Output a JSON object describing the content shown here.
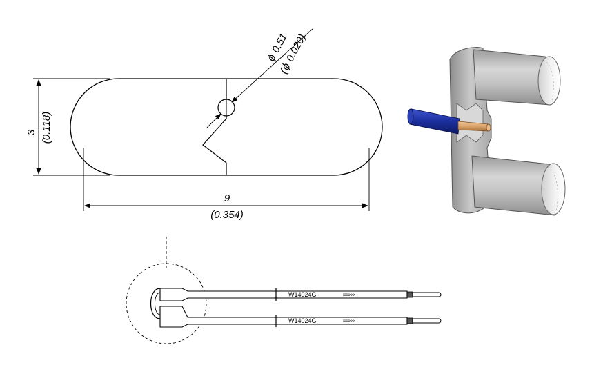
{
  "dimensions": {
    "height_mm": "3",
    "height_in": "(0.118)",
    "width_mm": "9",
    "width_in": "(0.354)",
    "hole_mm": "0.51",
    "hole_in": "0.020)",
    "hole_in_open": "(",
    "diameter_symbol": "ϕ"
  },
  "tip_side_view": {
    "part_number": "W14024G",
    "serial_mark": "xxxxxx"
  },
  "colors": {
    "outline": "#000000",
    "wire_insulation": "#1c2f9e",
    "wire_core": "#d9a36b",
    "tip_body_gray": "#bdbdbd",
    "tip_highlight": "#f2f2f2",
    "tip_shadow": "#8c8c8c"
  }
}
